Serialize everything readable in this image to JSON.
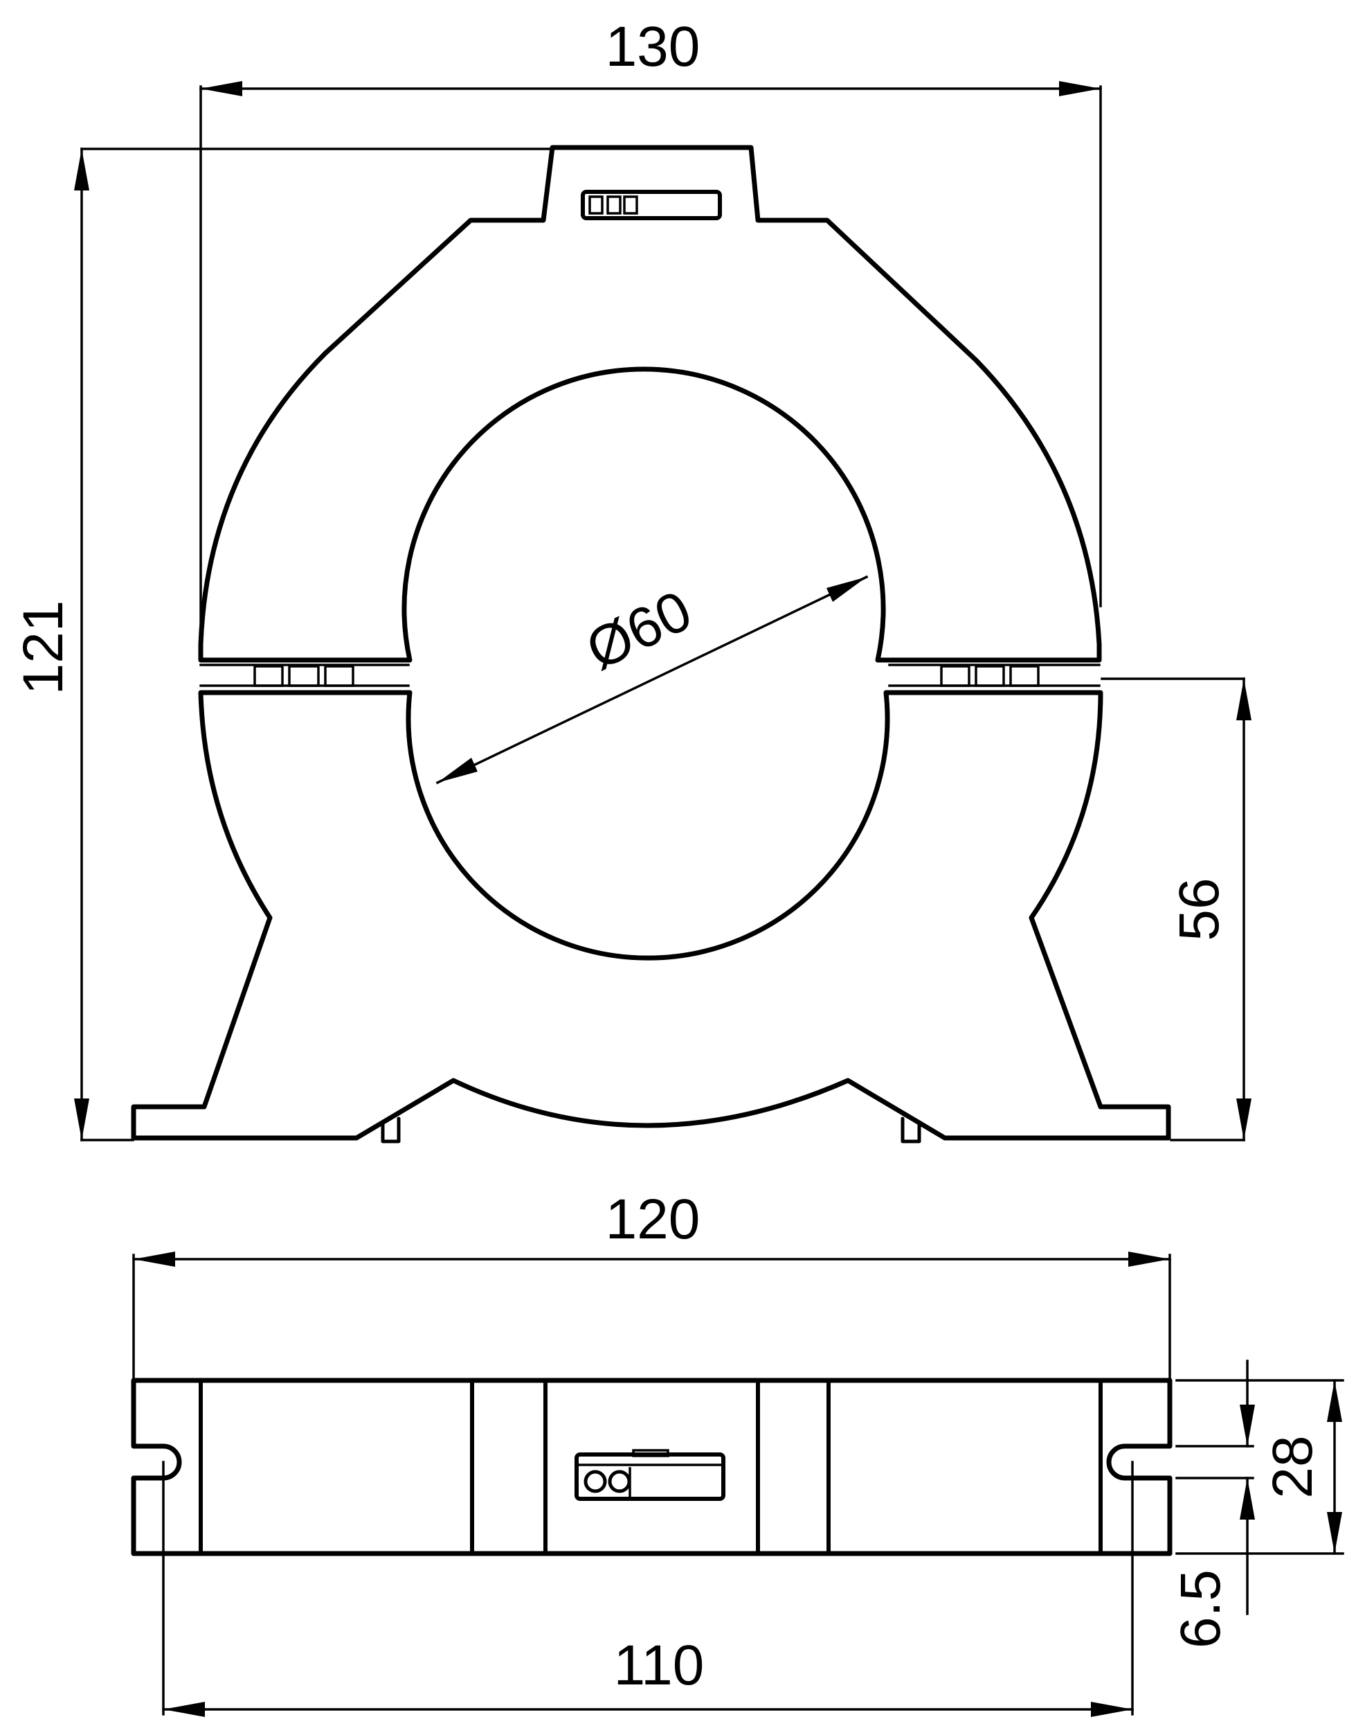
{
  "dimensions": {
    "front_width": "130",
    "front_height": "121",
    "bore_diameter": "Ø60",
    "base_to_split": "56",
    "top_width": "120",
    "slot_pitch": "110",
    "depth": "28",
    "slot_offset": "6.5"
  },
  "colors": {
    "line": "#000000",
    "background": "#ffffff"
  }
}
